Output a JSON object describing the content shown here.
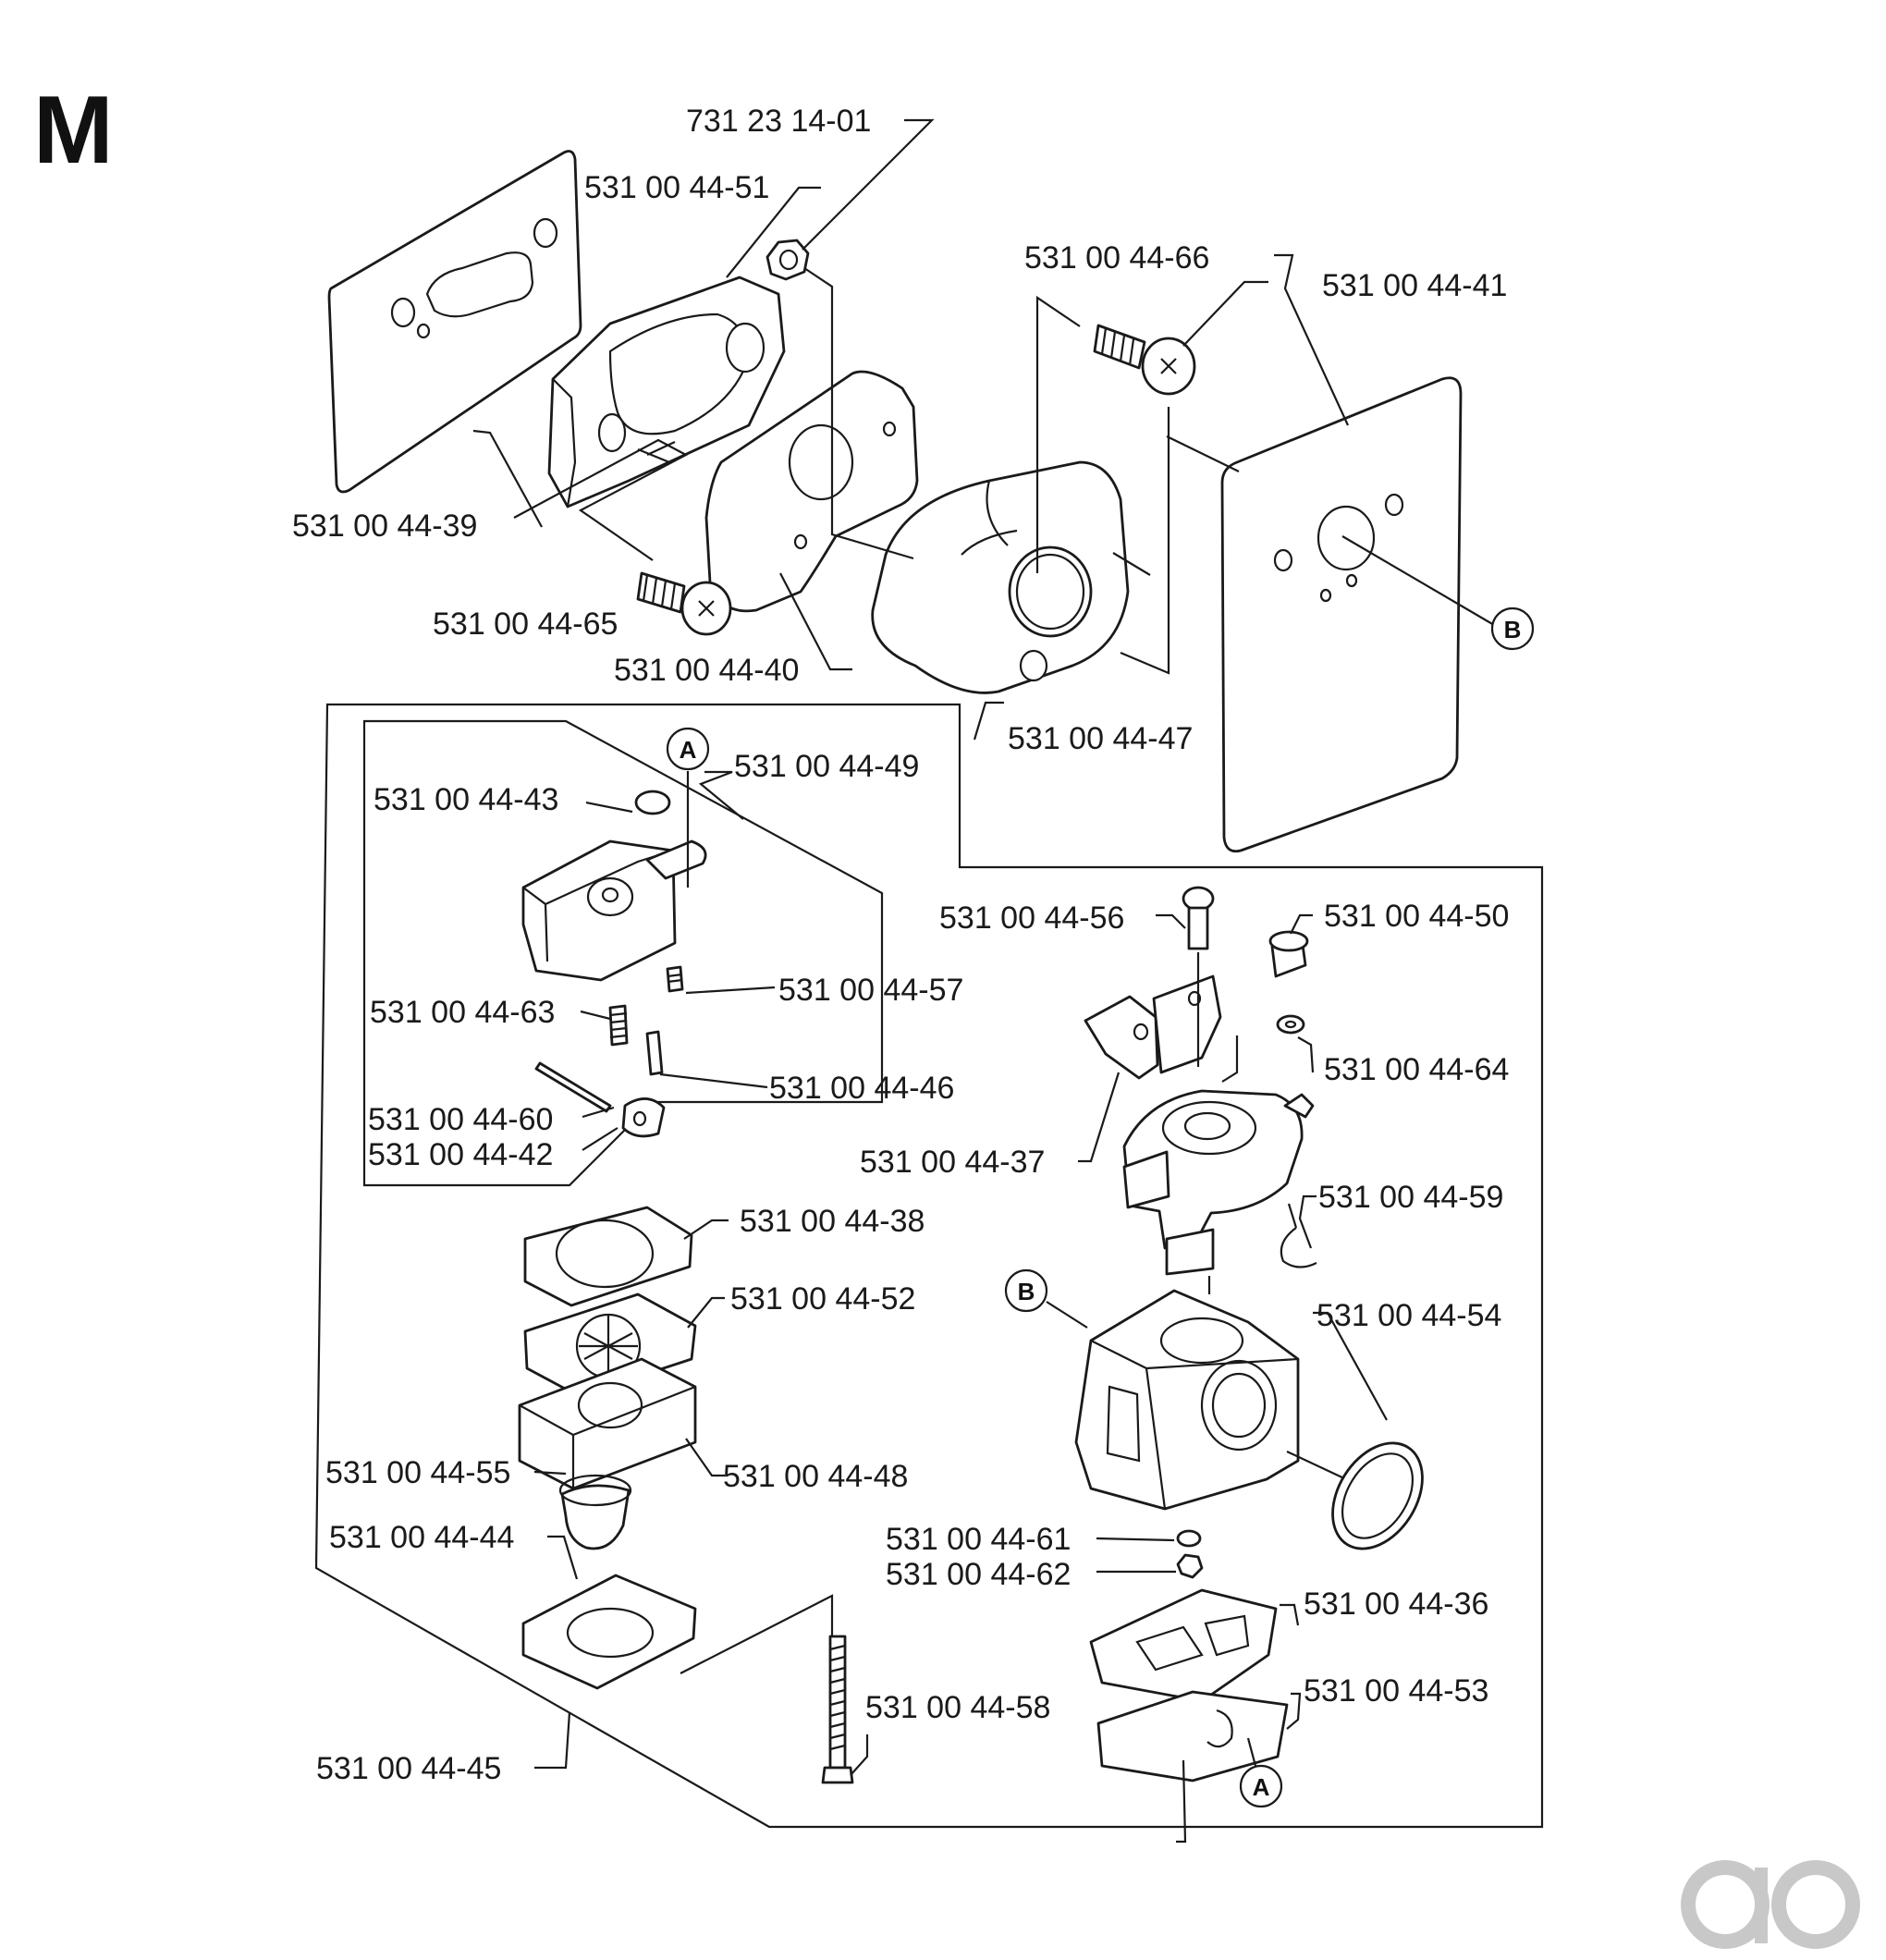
{
  "section_letter": "M",
  "callouts": {
    "a_top": "A",
    "a_bottom": "A",
    "b_top": "B",
    "b_bottom": "B"
  },
  "labels": {
    "p_731_23_14_01": "731 23 14-01",
    "p_51": "531 00 44-51",
    "p_66": "531 00 44-66",
    "p_41": "531 00 44-41",
    "p_39": "531 00 44-39",
    "p_65": "531 00 44-65",
    "p_40": "531 00 44-40",
    "p_47": "531 00 44-47",
    "p_49": "531 00 44-49",
    "p_43": "531 00 44-43",
    "p_63": "531 00 44-63",
    "p_57": "531 00 44-57",
    "p_46": "531 00 44-46",
    "p_60": "531 00 44-60",
    "p_42": "531 00 44-42",
    "p_56": "531 00 44-56",
    "p_50": "531 00 44-50",
    "p_64": "531 00 44-64",
    "p_37": "531 00 44-37",
    "p_59": "531 00 44-59",
    "p_38": "531 00 44-38",
    "p_52": "531 00 44-52",
    "p_54": "531 00 44-54",
    "p_48": "531 00 44-48",
    "p_55": "531 00 44-55",
    "p_44": "531 00 44-44",
    "p_61": "531 00 44-61",
    "p_62": "531 00 44-62",
    "p_36": "531 00 44-36",
    "p_53": "531 00 44-53",
    "p_58": "531 00 44-58",
    "p_45": "531 00 44-45"
  },
  "watermark_logo": "ao"
}
